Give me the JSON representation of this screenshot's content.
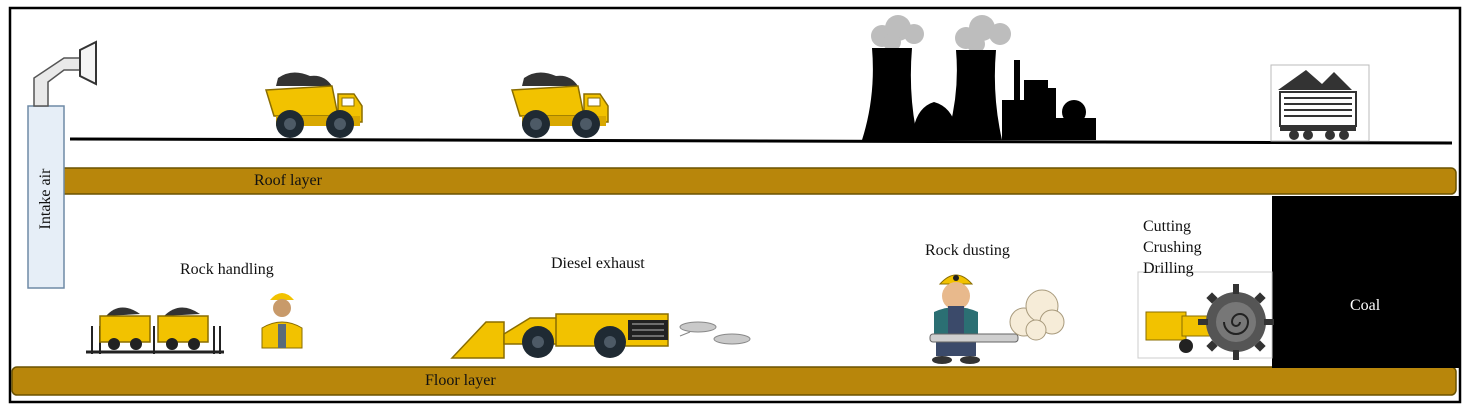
{
  "labels": {
    "intake_air": "Intake air",
    "roof_layer": "Roof layer",
    "floor_layer": "Floor layer",
    "rock_handling": "Rock handling",
    "diesel_exhaust": "Diesel exhaust",
    "rock_dusting": "Rock dusting",
    "cutting": "Cutting",
    "crushing": "Crushing",
    "drilling": "Drilling",
    "coal": "Coal"
  },
  "icons": [
    "intake-duct-icon",
    "dump-truck-icon",
    "power-plant-icon",
    "coal-storage-building-icon",
    "mine-cart-icon",
    "miner-icon",
    "underground-loader-icon",
    "exhaust-cloud-icon",
    "dust-cloud-icon",
    "cutting-machine-icon"
  ],
  "colors": {
    "strata_layer": "#B8860B",
    "truck_yellow": "#F2C200",
    "coal_seam": "#000000",
    "intake_duct": "#E6EEF7"
  }
}
